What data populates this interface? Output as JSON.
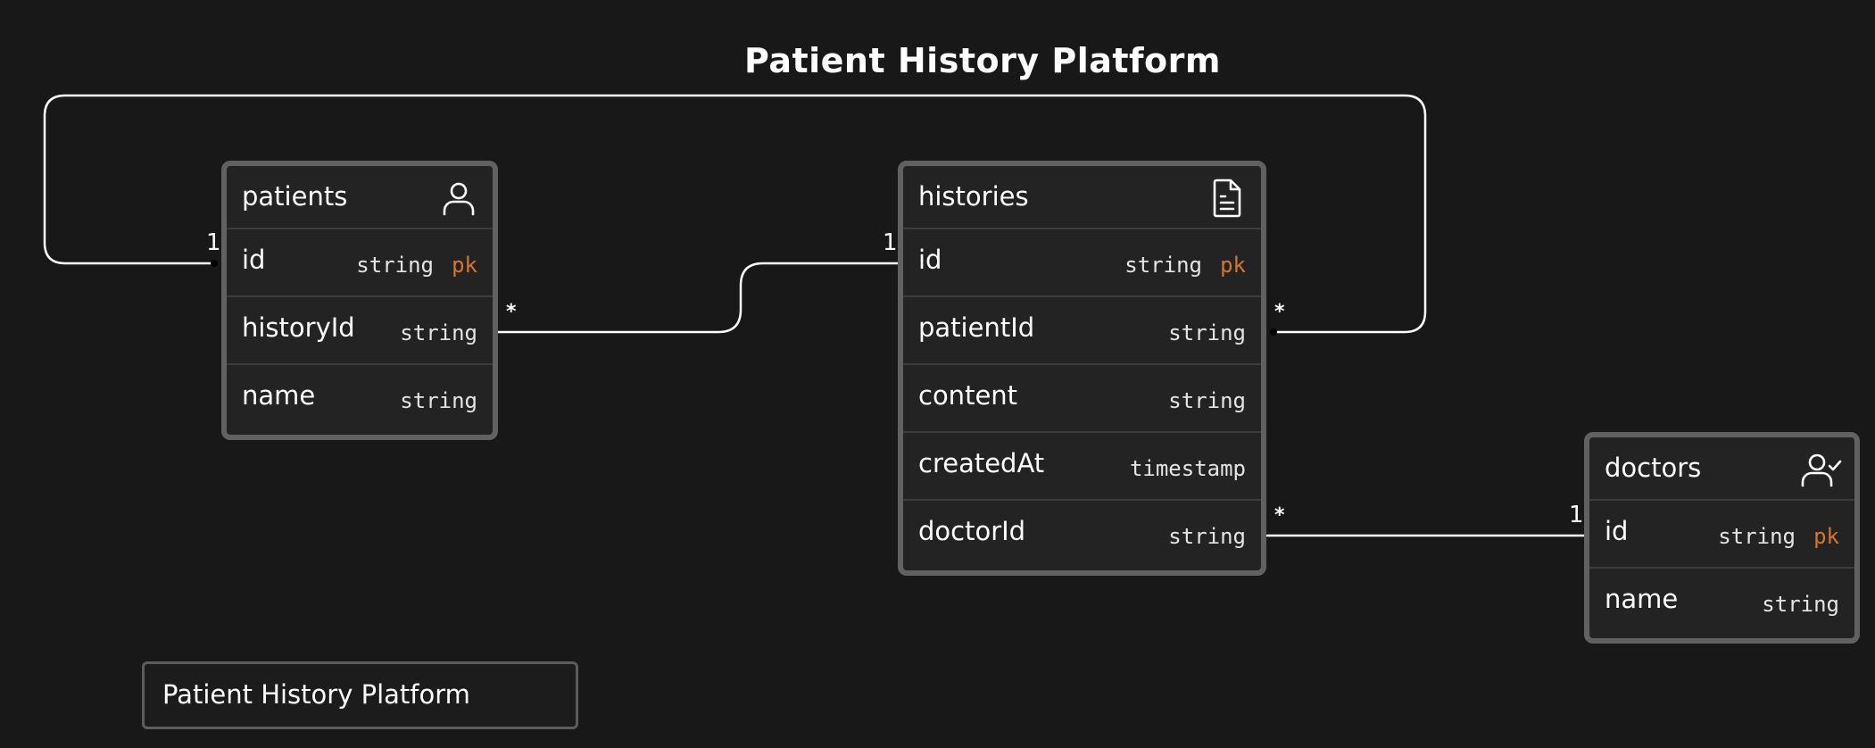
{
  "title": "Patient History Platform",
  "note": "Patient History Platform",
  "colors": {
    "background": "#181818",
    "table_border": "#616161",
    "table_fill": "#232323",
    "pk": "#d4762c",
    "text": "#ffffff"
  },
  "tables": {
    "patients": {
      "name": "patients",
      "icon": "user-icon",
      "fields": [
        {
          "name": "id",
          "type": "string",
          "key": "pk"
        },
        {
          "name": "historyId",
          "type": "string"
        },
        {
          "name": "name",
          "type": "string"
        }
      ]
    },
    "histories": {
      "name": "histories",
      "icon": "document-icon",
      "fields": [
        {
          "name": "id",
          "type": "string",
          "key": "pk"
        },
        {
          "name": "patientId",
          "type": "string"
        },
        {
          "name": "content",
          "type": "string"
        },
        {
          "name": "createdAt",
          "type": "timestamp"
        },
        {
          "name": "doctorId",
          "type": "string"
        }
      ]
    },
    "doctors": {
      "name": "doctors",
      "icon": "user-check-icon",
      "fields": [
        {
          "name": "id",
          "type": "string",
          "key": "pk"
        },
        {
          "name": "name",
          "type": "string"
        }
      ]
    }
  },
  "relations": [
    {
      "from": "patients.historyId",
      "to": "histories.id",
      "from_card": "*",
      "to_card": "1"
    },
    {
      "from": "histories.patientId",
      "to": "patients.id",
      "from_card": "*",
      "to_card": "1"
    },
    {
      "from": "histories.doctorId",
      "to": "doctors.id",
      "from_card": "*",
      "to_card": "1"
    }
  ]
}
